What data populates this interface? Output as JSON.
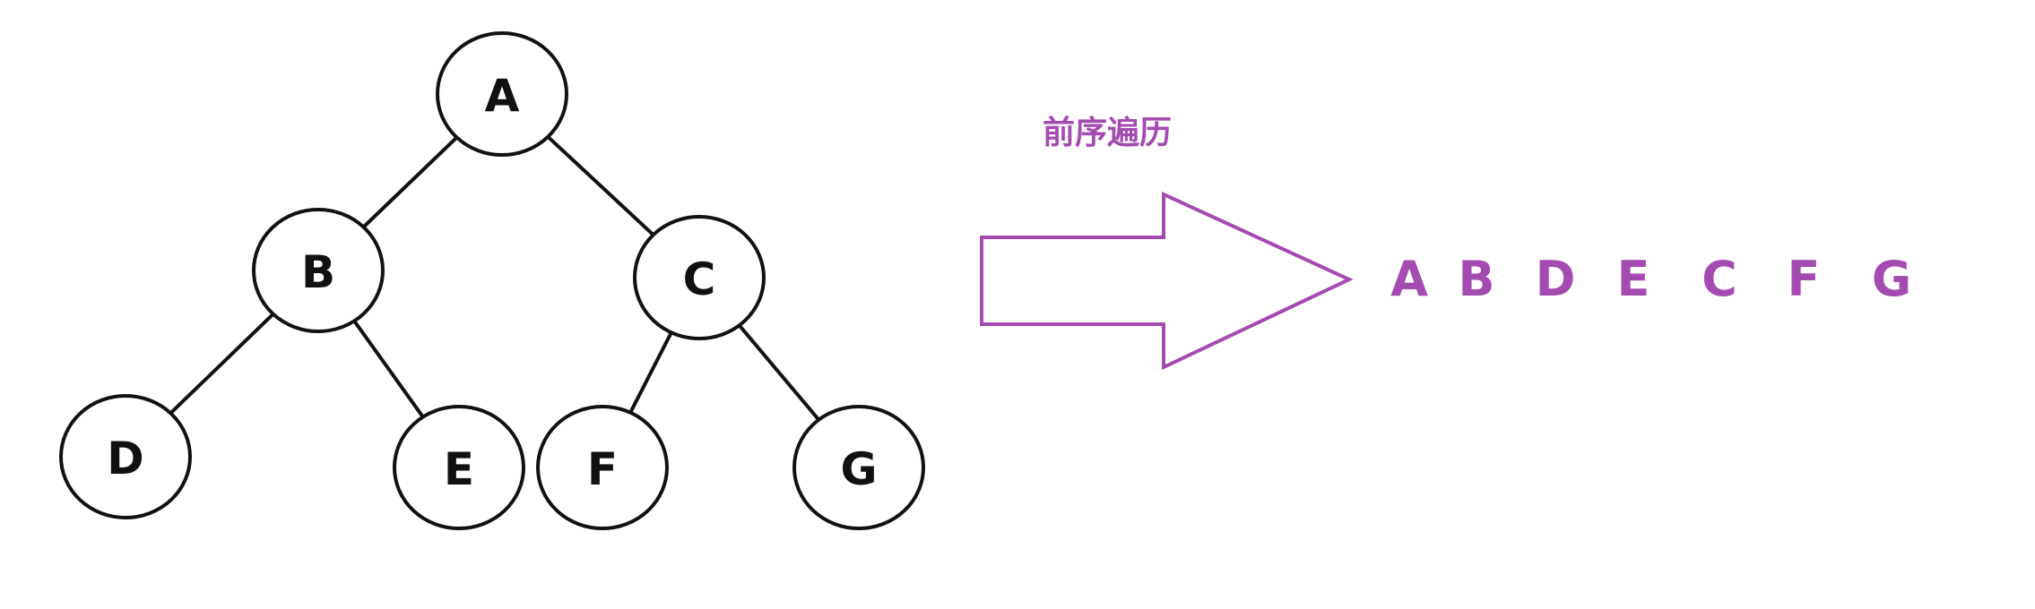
{
  "tree": {
    "nodes": [
      {
        "id": "A",
        "label": "A"
      },
      {
        "id": "B",
        "label": "B"
      },
      {
        "id": "C",
        "label": "C"
      },
      {
        "id": "D",
        "label": "D"
      },
      {
        "id": "E",
        "label": "E"
      },
      {
        "id": "F",
        "label": "F"
      },
      {
        "id": "G",
        "label": "G"
      }
    ],
    "edges": [
      [
        "A",
        "B"
      ],
      [
        "A",
        "C"
      ],
      [
        "B",
        "D"
      ],
      [
        "B",
        "E"
      ],
      [
        "C",
        "F"
      ],
      [
        "C",
        "G"
      ]
    ]
  },
  "traversal": {
    "caption": "前序遍历",
    "sequence": [
      "A",
      "B",
      "D",
      "E",
      "C",
      "F",
      "G"
    ]
  },
  "colors": {
    "accent": "#a34bb0",
    "stroke": "#111111",
    "background": "#ffffff"
  }
}
